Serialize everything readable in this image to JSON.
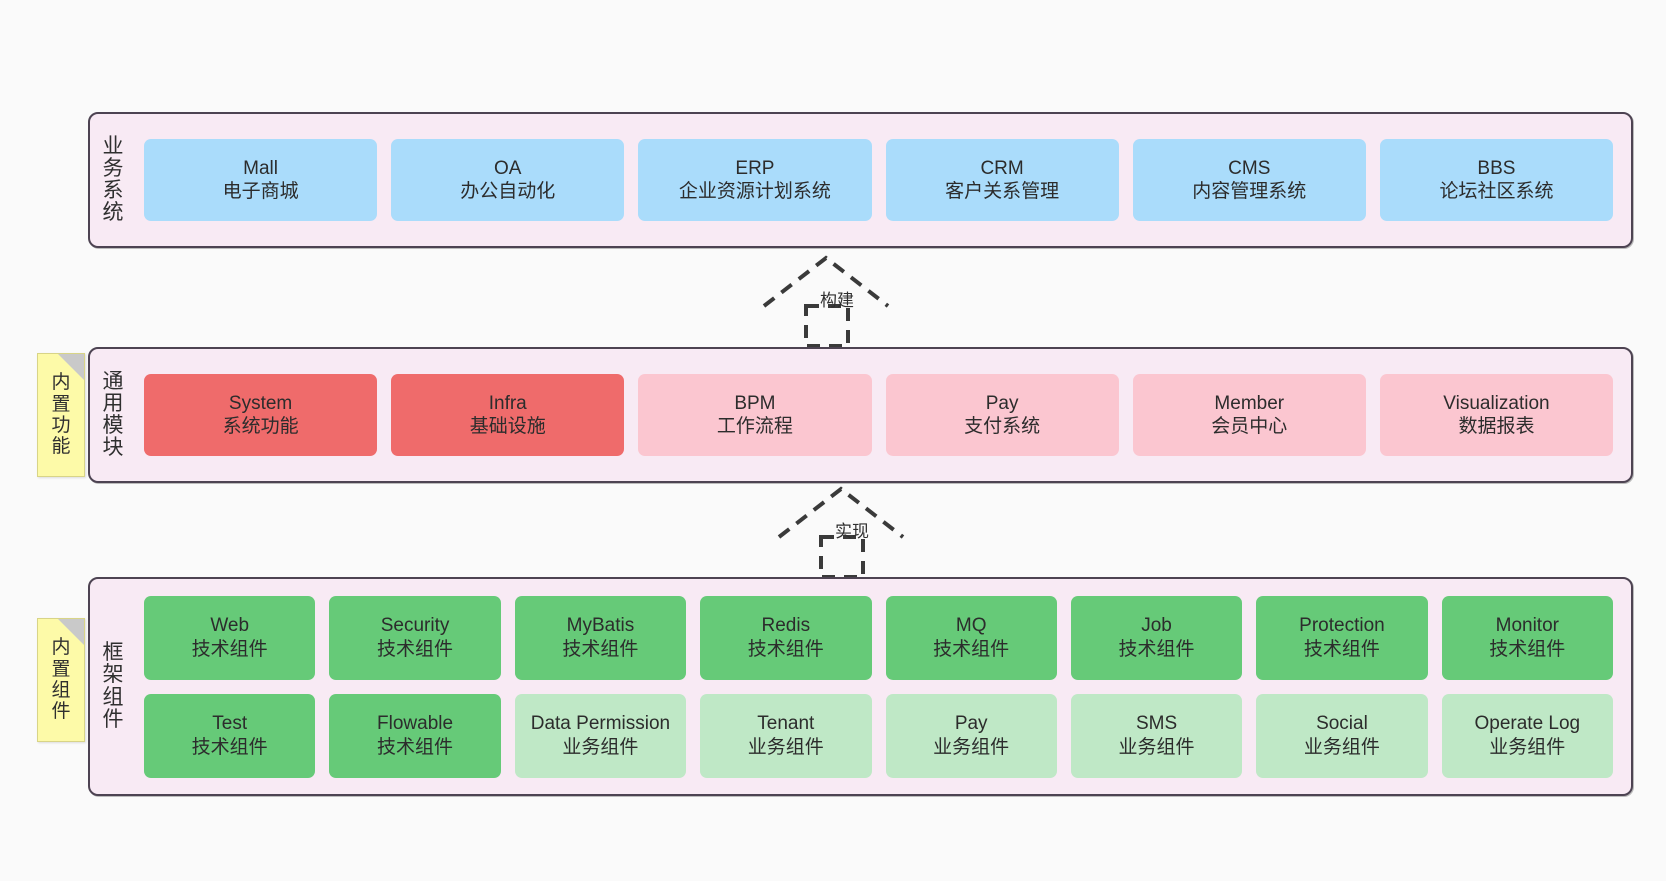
{
  "theme": {
    "canvas_bg": "#fafafa",
    "panel_bg": "#f8eaf4",
    "panel_border": "#4d4352",
    "blue": "#aadcfb",
    "red": "#ef6b6b",
    "pink": "#fbc6d0",
    "green": "#66ca78",
    "green_light": "#bfe8c6",
    "note_yellow": "#fdfaa8"
  },
  "notes": {
    "functions": {
      "chars": [
        "内",
        "置",
        "功",
        "能"
      ],
      "text": "内置功能"
    },
    "components": {
      "chars": [
        "内",
        "置",
        "组",
        "件"
      ],
      "text": "内置组件"
    }
  },
  "connectors": {
    "build": {
      "label": "构建",
      "style": "dashed-hollow-arrow-up"
    },
    "implement": {
      "label": "实现",
      "style": "dashed-hollow-arrow-up"
    }
  },
  "layers": {
    "business": {
      "title": "业务系统",
      "title_chars": [
        "业",
        "务",
        "系",
        "统"
      ],
      "rows": [
        [
          {
            "en": "Mall",
            "cn": "电子商城",
            "color": "blue"
          },
          {
            "en": "OA",
            "cn": "办公自动化",
            "color": "blue"
          },
          {
            "en": "ERP",
            "cn": "企业资源计划系统",
            "color": "blue"
          },
          {
            "en": "CRM",
            "cn": "客户关系管理",
            "color": "blue"
          },
          {
            "en": "CMS",
            "cn": "内容管理系统",
            "color": "blue"
          },
          {
            "en": "BBS",
            "cn": "论坛社区系统",
            "color": "blue"
          }
        ]
      ]
    },
    "modules": {
      "title": "通用模块",
      "title_chars": [
        "通",
        "用",
        "模",
        "块"
      ],
      "rows": [
        [
          {
            "en": "System",
            "cn": "系统功能",
            "color": "red"
          },
          {
            "en": "Infra",
            "cn": "基础设施",
            "color": "red"
          },
          {
            "en": "BPM",
            "cn": "工作流程",
            "color": "pink"
          },
          {
            "en": "Pay",
            "cn": "支付系统",
            "color": "pink"
          },
          {
            "en": "Member",
            "cn": "会员中心",
            "color": "pink"
          },
          {
            "en": "Visualization",
            "cn": "数据报表",
            "color": "pink"
          }
        ]
      ]
    },
    "framework": {
      "title": "框架组件",
      "title_chars": [
        "框",
        "架",
        "组",
        "件"
      ],
      "rows": [
        [
          {
            "en": "Web",
            "cn": "技术组件",
            "color": "green"
          },
          {
            "en": "Security",
            "cn": "技术组件",
            "color": "green"
          },
          {
            "en": "MyBatis",
            "cn": "技术组件",
            "color": "green"
          },
          {
            "en": "Redis",
            "cn": "技术组件",
            "color": "green"
          },
          {
            "en": "MQ",
            "cn": "技术组件",
            "color": "green"
          },
          {
            "en": "Job",
            "cn": "技术组件",
            "color": "green"
          },
          {
            "en": "Protection",
            "cn": "技术组件",
            "color": "green"
          },
          {
            "en": "Monitor",
            "cn": "技术组件",
            "color": "green"
          }
        ],
        [
          {
            "en": "Test",
            "cn": "技术组件",
            "color": "green"
          },
          {
            "en": "Flowable",
            "cn": "技术组件",
            "color": "green"
          },
          {
            "en": "Data Permission",
            "cn": "业务组件",
            "color": "green_light"
          },
          {
            "en": "Tenant",
            "cn": "业务组件",
            "color": "green_light"
          },
          {
            "en": "Pay",
            "cn": "业务组件",
            "color": "green_light"
          },
          {
            "en": "SMS",
            "cn": "业务组件",
            "color": "green_light"
          },
          {
            "en": "Social",
            "cn": "业务组件",
            "color": "green_light"
          },
          {
            "en": "Operate Log",
            "cn": "业务组件",
            "color": "green_light"
          }
        ]
      ]
    }
  }
}
